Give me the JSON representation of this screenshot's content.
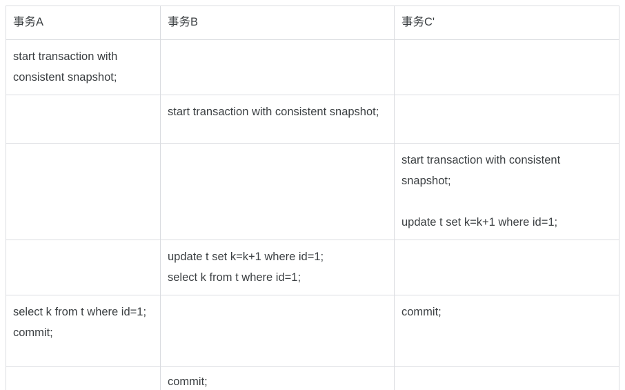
{
  "table": {
    "headers": [
      {
        "label": "事务A"
      },
      {
        "label": "事务B"
      },
      {
        "label": "事务C'"
      }
    ],
    "rows": [
      {
        "a": {
          "lines": [
            "start transaction with consistent snapshot;"
          ]
        },
        "b": {
          "lines": []
        },
        "c": {
          "lines": []
        }
      },
      {
        "a": {
          "lines": []
        },
        "b": {
          "lines": [
            "start transaction with consistent snapshot;"
          ]
        },
        "c": {
          "lines": []
        }
      },
      {
        "a": {
          "lines": []
        },
        "b": {
          "lines": []
        },
        "c": {
          "lines": [
            "start transaction with consistent snapshot;",
            "",
            "update t set k=k+1 where id=1;"
          ]
        }
      },
      {
        "a": {
          "lines": []
        },
        "b": {
          "lines": [
            "update t set k=k+1 where id=1;",
            "select k from t where id=1;"
          ]
        },
        "c": {
          "lines": []
        }
      },
      {
        "a": {
          "lines": [
            "select k from t where id=1;",
            "commit;"
          ]
        },
        "b": {
          "lines": []
        },
        "c": {
          "lines": [
            "commit;"
          ]
        }
      },
      {
        "a": {
          "lines": []
        },
        "b": {
          "lines": [
            "commit;"
          ]
        },
        "c": {
          "lines": []
        }
      }
    ]
  },
  "colors": {
    "border": "#dadce0",
    "text": "#3c4043",
    "background": "#ffffff"
  }
}
